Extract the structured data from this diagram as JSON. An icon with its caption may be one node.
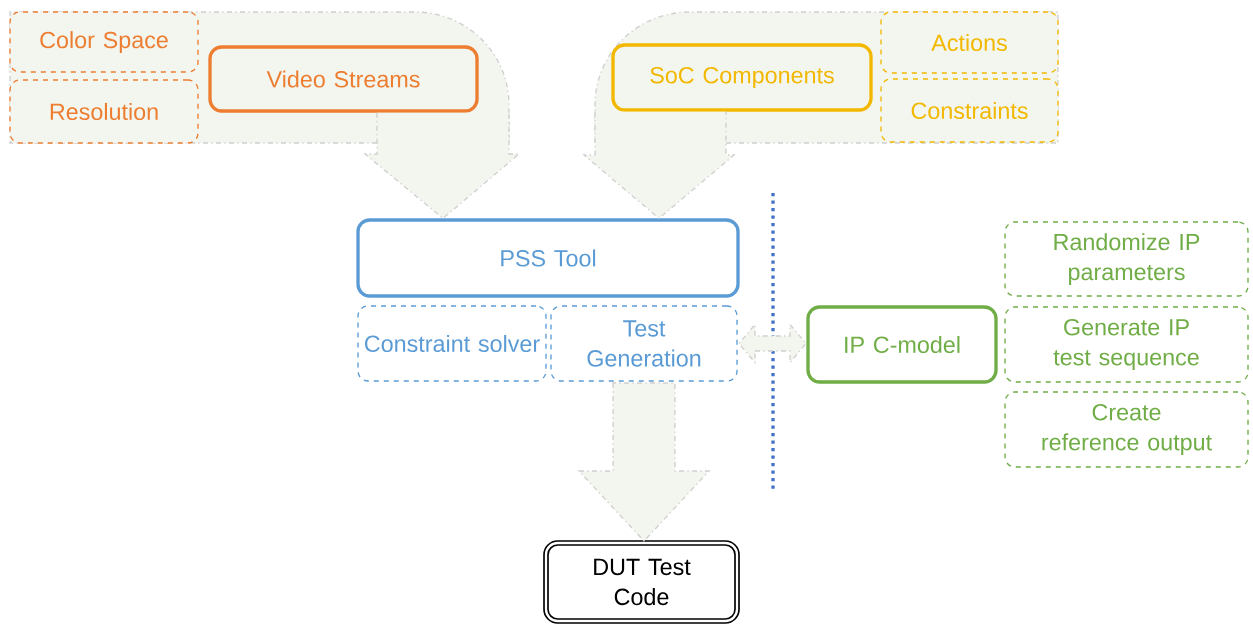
{
  "diagram": {
    "nodes": [
      {
        "text": [
          "Color Space"
        ]
      },
      {
        "text": [
          "Resolution"
        ]
      },
      {
        "text": [
          "Video Streams"
        ]
      },
      {
        "text": [
          "SoC Components"
        ]
      },
      {
        "text": [
          "Actions"
        ]
      },
      {
        "text": [
          "Constraints"
        ]
      },
      {
        "text": [
          "PSS Tool"
        ]
      },
      {
        "text": [
          "Constraint solver"
        ]
      },
      {
        "text": [
          "Test Generation"
        ]
      },
      {
        "text": [
          "IP C-model"
        ]
      },
      {
        "text": [
          "Randomize IP parameters"
        ]
      },
      {
        "text": [
          "Generate IP test sequence"
        ]
      },
      {
        "text": [
          "Create reference output"
        ]
      },
      {
        "text": [
          "DUT Test Code"
        ]
      }
    ],
    "edges": [
      {
        "from": 2,
        "to": 6,
        "arrow": "to"
      },
      {
        "from": 3,
        "to": 6,
        "arrow": "to"
      },
      {
        "from": 8,
        "to": 13,
        "arrow": "to"
      },
      {
        "from": 8,
        "to": 9,
        "arrow": "both"
      }
    ]
  }
}
